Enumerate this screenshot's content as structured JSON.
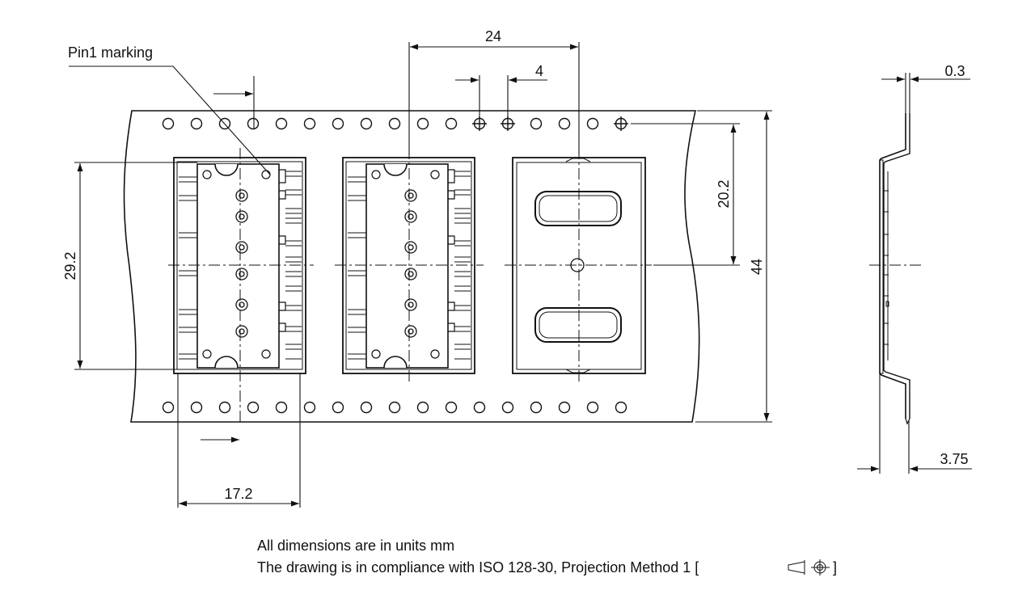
{
  "labels": {
    "pin1": "Pin1 marking",
    "pitch_24": "24",
    "pitch_4": "4",
    "thickness_03": "0.3",
    "dim_202": "20.2",
    "dim_44": "44",
    "dim_292": "29.2",
    "dim_172": "17.2",
    "dim_375": "3.75"
  },
  "notes": {
    "line1": "All dimensions are in units mm",
    "line2": "The drawing is in compliance with ISO 128-30, Projection Method 1 [",
    "line2_end": "]"
  },
  "colors": {
    "line": "#111111",
    "tape_fill": "#ffffff",
    "pocket_fill": "#ffffff"
  }
}
